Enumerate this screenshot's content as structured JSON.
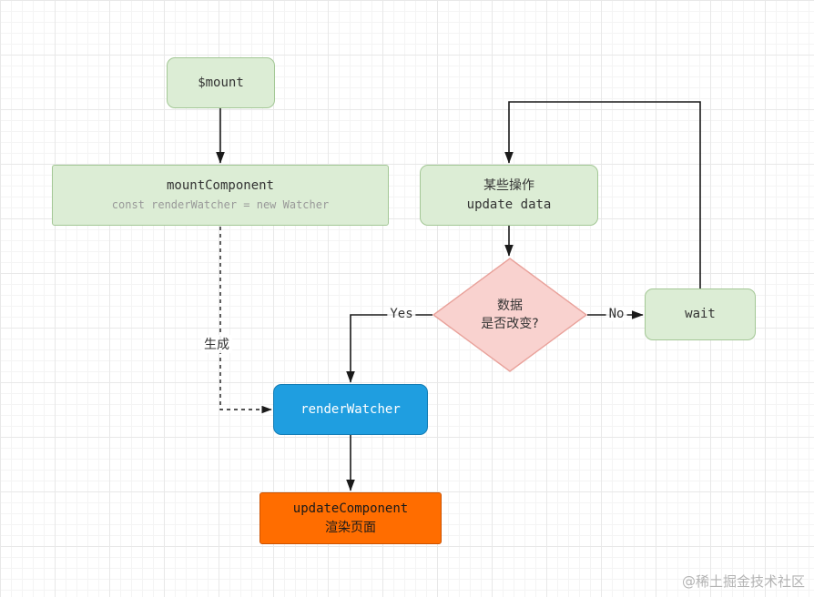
{
  "diagram": {
    "type": "flowchart",
    "nodes": {
      "mount": {
        "label": "$mount"
      },
      "mount_component": {
        "title": "mountComponent",
        "subtitle": "const renderWatcher = new Watcher"
      },
      "some_ops": {
        "line1": "某些操作",
        "line2": "update data"
      },
      "decision": {
        "line1": "数据",
        "line2": "是否改变?"
      },
      "render_watcher": {
        "label": "renderWatcher"
      },
      "wait": {
        "label": "wait"
      },
      "update_component": {
        "line1": "updateComponent",
        "line2": "渲染页面"
      }
    },
    "edge_labels": {
      "yes": "Yes",
      "no": "No",
      "generate": "生成"
    },
    "edges": [
      {
        "from": "mount",
        "to": "mount_component",
        "style": "solid"
      },
      {
        "from": "mount_component",
        "to": "render_watcher",
        "style": "dashed",
        "label": "生成"
      },
      {
        "from": "some_ops",
        "to": "decision",
        "style": "solid"
      },
      {
        "from": "decision",
        "to": "render_watcher",
        "style": "solid",
        "label": "Yes"
      },
      {
        "from": "decision",
        "to": "wait",
        "style": "solid",
        "label": "No"
      },
      {
        "from": "wait",
        "to": "some_ops",
        "style": "solid"
      },
      {
        "from": "render_watcher",
        "to": "update_component",
        "style": "solid"
      }
    ],
    "colors": {
      "green_fill": "#dcedd5",
      "green_border": "#a3c795",
      "pink_fill": "#f9d2cf",
      "pink_border": "#e9a29b",
      "blue_fill": "#1f9ee0",
      "blue_border": "#137cb4",
      "orange_fill": "#ff6d00",
      "orange_border": "#cc5200",
      "wire": "#1a1a1a"
    },
    "watermark": "@稀土掘金技术社区"
  }
}
